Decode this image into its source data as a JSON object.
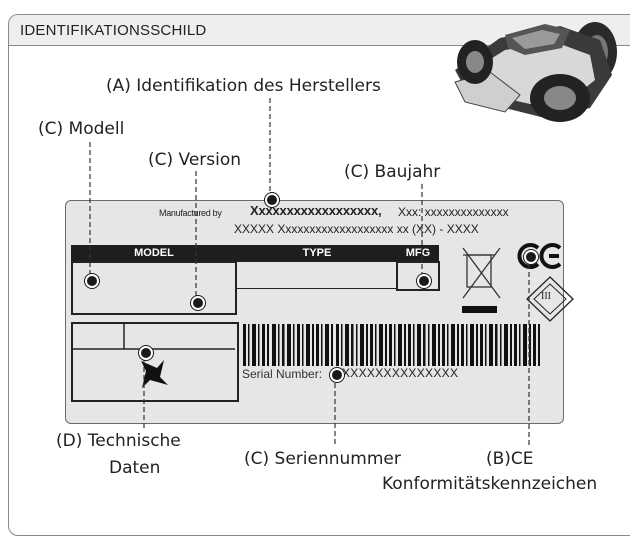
{
  "header": {
    "title": "IDENTIFIKATIONSSCHILD"
  },
  "callouts": {
    "manufacturer": "(A) Identifikation des Herstellers",
    "model": "(C) Modell",
    "version": "(C) Version",
    "year": "(C) Baujahr",
    "technical_line1": "(D) Technische",
    "technical_line2": "Daten",
    "serial": "(C) Seriennummer",
    "ce_line1": "(B)CE",
    "ce_line2": "Konformitätskennzeichen"
  },
  "plate": {
    "manufactured_by_label": "Manufactured by",
    "manufacturer_name": "Xxxxxxxxxxxxxxxxxx,",
    "address_line1": "Xxx: xxxxxxxxxxxxxx",
    "address_line2": "XXXXX Xxxxxxxxxxxxxxxxxxx xx (XX) - XXXX",
    "col_model": "MODEL",
    "col_type": "TYPE",
    "col_mfg": "MFG",
    "serial_label": "Serial Number:",
    "serial_value": "XXXXXXXXXXXXXX",
    "ce_mark": "CE",
    "class_mark": "III"
  }
}
